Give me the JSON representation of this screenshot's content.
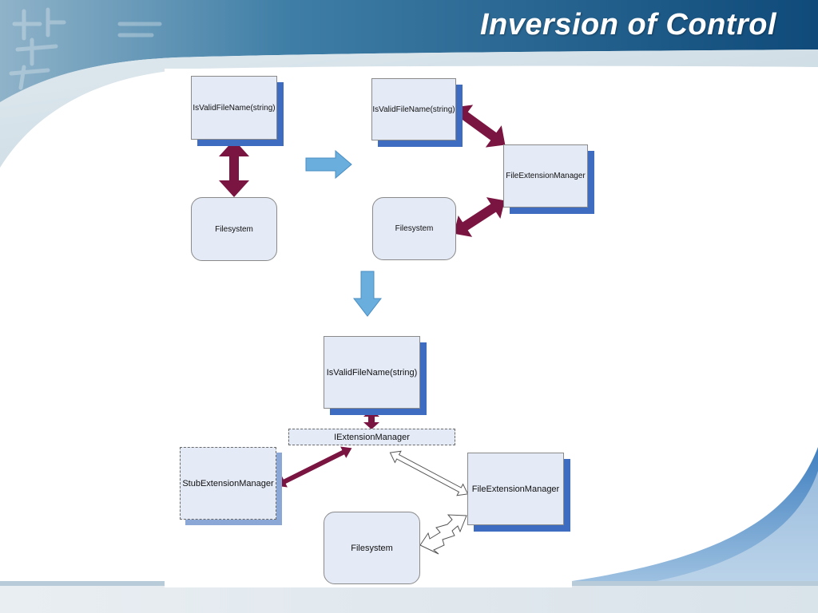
{
  "slide": {
    "title": "Inversion of Control",
    "colors": {
      "header_blue": "#14507f",
      "node_fill": "#e4eaf6",
      "node_shadow": "#3d6cc0",
      "dependency_arrow": "#7a1440",
      "step_arrow": "#6aaedd"
    }
  },
  "diagram": {
    "stage1": {
      "validator": "IsValidFileName(string)",
      "filesystem": "Filesystem"
    },
    "stage2": {
      "validator": "IsValidFileName(string)",
      "manager": "FileExtensionManager",
      "filesystem": "Filesystem"
    },
    "stage3": {
      "validator": "IsValidFileName(string)",
      "interface": "IExtensionManager",
      "stub": "StubExtensionManager",
      "manager": "FileExtensionManager",
      "filesystem": "Filesystem"
    }
  }
}
